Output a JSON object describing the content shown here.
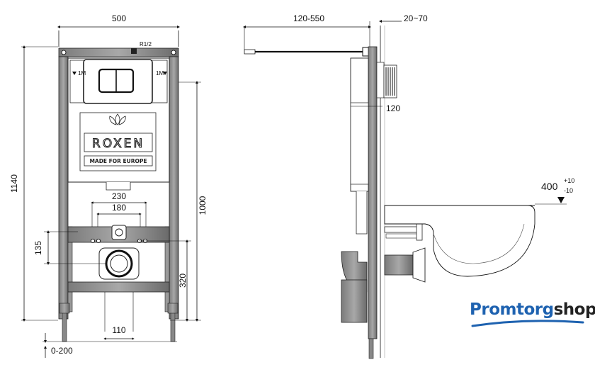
{
  "diagram": {
    "front": {
      "width_label": "500",
      "height_label": "1140",
      "inner_height_label": "1000",
      "pipe_label": "R1/2",
      "pipe_spacing_label": "230",
      "bolt_spacing_label": "180",
      "outlet_height_label": "135",
      "base_height_label": "320",
      "foot_width_label": "110",
      "adjust_label": "0-200",
      "brand": "ROXEN",
      "made_label": "MADE FOR EUROPE",
      "level_left": "1M",
      "level_right": "1M"
    },
    "side": {
      "depth_label": "120-550",
      "offset_label": "20~70",
      "button_label": "120",
      "seat_height_base": "400",
      "seat_height_plus": "+10",
      "seat_height_minus": "-10"
    }
  },
  "watermark": {
    "part1": "Promtorg",
    "part2": "shop",
    "accent_color": "#1e62b0"
  }
}
